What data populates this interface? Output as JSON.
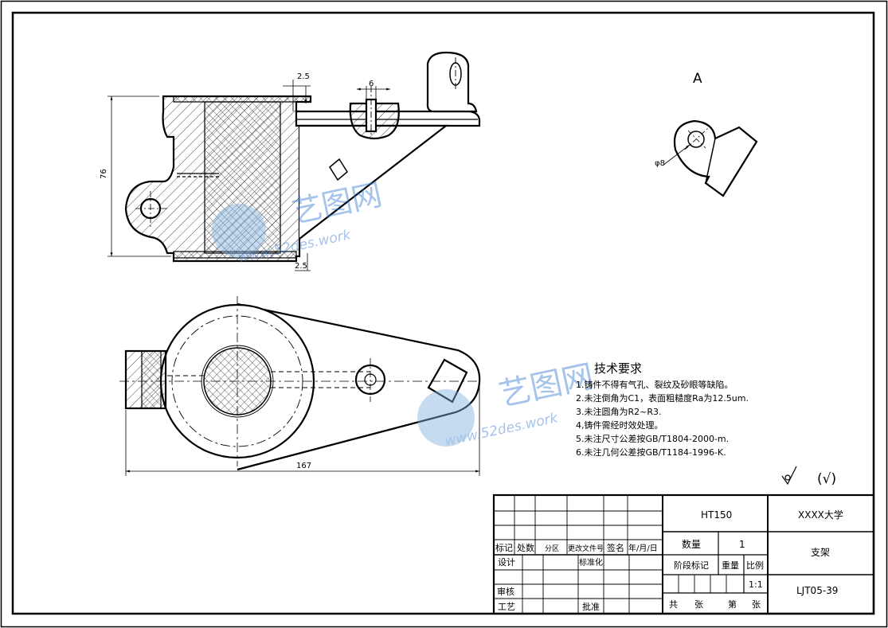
{
  "drawing": {
    "view_label_a": "A",
    "dimensions": {
      "top_wall": "2.5",
      "slot_width": "6",
      "height": "76",
      "bottom_wall": "2.5",
      "hole_dia": "φ8",
      "overall_length": "167"
    },
    "watermark": {
      "brand": "艺图网",
      "url": "www.52des.work"
    },
    "tech_requirements": {
      "title": "技术要求",
      "items": [
        "1.铸件不得有气孔、裂纹及砂眼等缺陷。",
        "2.未注倒角为C1，表面粗糙度Ra为12.5um.",
        "3.未注圆角为R2~R3.",
        "4,铸件需经时效处理。",
        "5.未注尺寸公差按GB/T1804-2000-m.",
        "6.未注几何公差按GB/T1184-1996-K."
      ]
    },
    "roughness_note": "(√)"
  },
  "title_block": {
    "material": "HT150",
    "school": "XXXX大学",
    "part_name": "支架",
    "drawing_no": "LJT05-39",
    "quantity_label": "数量",
    "quantity_value": "1",
    "stage_label": "阶段标记",
    "weight_label": "重量",
    "scale_label": "比例",
    "scale_value": "1:1",
    "sheets_total_label": "共",
    "sheets_unit1": "张",
    "sheet_no_label": "第",
    "sheets_unit2": "张",
    "rev_headers": [
      "标记",
      "处数",
      "分区",
      "更改文件号",
      "签名",
      "年/月/日"
    ],
    "design_label": "设计",
    "standard_label": "标准化",
    "review_label": "审核",
    "process_label": "工艺",
    "approve_label": "批准"
  }
}
